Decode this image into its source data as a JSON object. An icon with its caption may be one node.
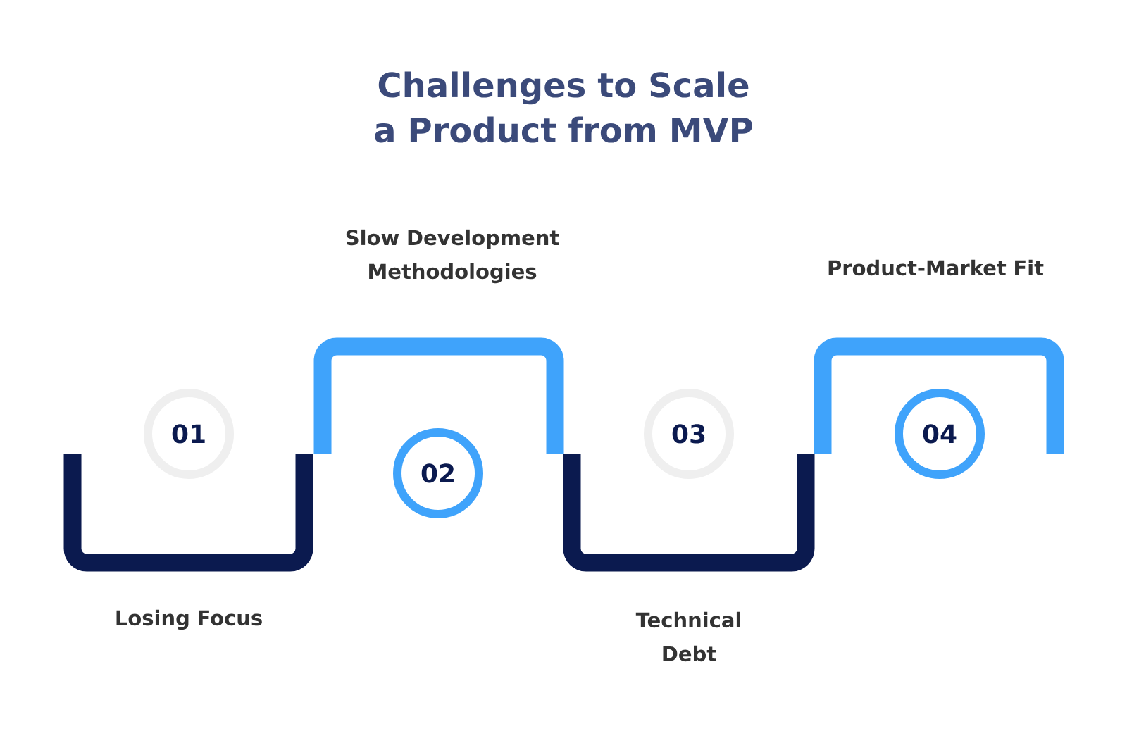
{
  "diagram": {
    "title": "Challenges to Scale a Product from MVP",
    "nodes": [
      {
        "text": [
          "01"
        ]
      },
      {
        "text": [
          "02"
        ]
      },
      {
        "text": [
          "03"
        ]
      },
      {
        "text": [
          "04"
        ]
      }
    ],
    "labels": [
      "Losing Focus",
      "Slow Development Methodologies",
      "Technical Debt",
      "Product-Market Fit"
    ]
  }
}
